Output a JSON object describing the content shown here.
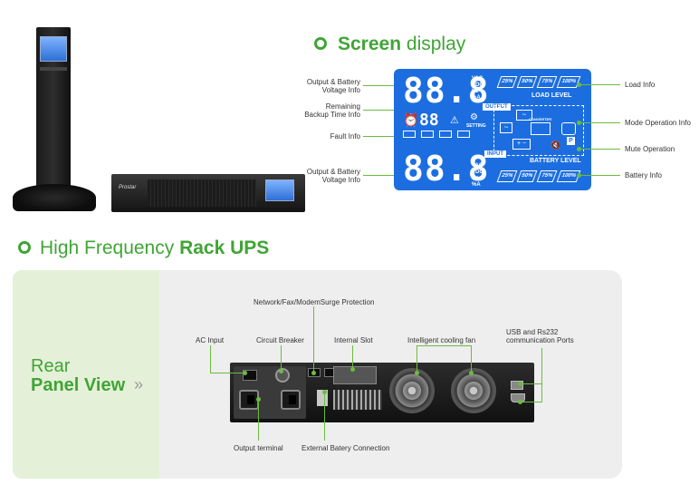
{
  "screen_display": {
    "title_bold": "Screen",
    "title_rest": "display",
    "left_labels": {
      "output_battery_voltage_top": [
        "Output & Battery",
        "Voltage Info"
      ],
      "remaining_backup": [
        "Remaining",
        "Backup Time Info"
      ],
      "fault": "Fault Info",
      "output_battery_voltage_bottom": [
        "Output & Battery",
        "Voltage Info"
      ]
    },
    "right_labels": {
      "load": "Load Info",
      "mode_operation": "Mode Operation Info",
      "mute_operation": "Mute Operation",
      "battery": "Battery Info"
    },
    "lcd": {
      "top_digits": "88.8",
      "bottom_digits": "88.8",
      "units": [
        "VAC",
        "VDC",
        "Hz",
        "%A"
      ],
      "load_pcts": [
        "25%",
        "50%",
        "75%",
        "100%"
      ],
      "battery_pcts": [
        "25%",
        "50%",
        "75%",
        "100%"
      ],
      "load_level": "LOAD LEVEL",
      "battery_level": "BATTERY LEVEL",
      "output_tag": "OUTPUT",
      "input_tag": "INPUT",
      "time_digits": "88",
      "setting": "SETTING",
      "converter": "CONVERTER",
      "p_label": "P"
    }
  },
  "rack": {
    "title_prefix": "High Frequency ",
    "title_bold": "Rack UPS",
    "rear_line1": "Rear",
    "rear_line2": "Panel View",
    "chevron": "»",
    "labels": {
      "network": "Network/Fax/ModemSurge Protection",
      "ac_input": "AC Input",
      "circuit_breaker": "Circuit Breaker",
      "internal_slot": "Internal Slot",
      "cooling_fan": "Intelligent cooling fan",
      "usb_rs232": [
        "USB and Rs232",
        "communication Ports"
      ],
      "output_terminal": "Output terminal",
      "ext_battery": "External Batery Connection"
    }
  },
  "brand": "Prostar",
  "colors": {
    "accent_green": "#3fa535",
    "lcd_blue": "#1c6ee0",
    "leader_green": "#6dbb3f"
  }
}
